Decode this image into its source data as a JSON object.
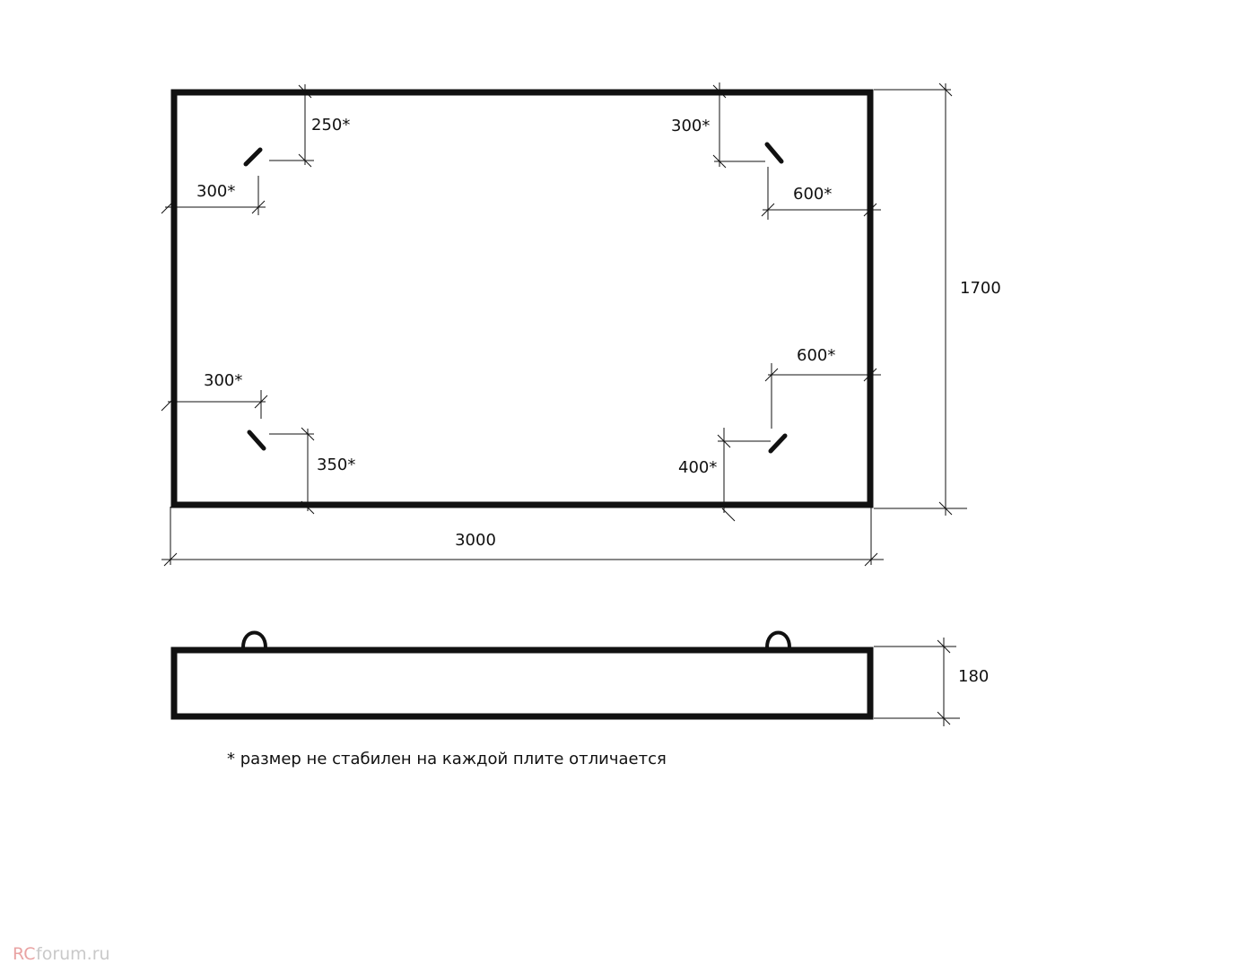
{
  "plan_view": {
    "width_label": "3000",
    "height_label": "1700",
    "loops": {
      "top_left": {
        "offset_top": "250*",
        "offset_side": "300*"
      },
      "top_right": {
        "offset_top": "300*",
        "offset_side": "600*"
      },
      "bottom_left": {
        "offset_side": "300*",
        "offset_bottom": "350*"
      },
      "bottom_right": {
        "offset_side": "600*",
        "offset_bottom": "400*"
      }
    }
  },
  "side_view": {
    "thickness_label": "180"
  },
  "note": "* размер не стабилен на каждой плите отличается",
  "watermark": {
    "prefix": "RC",
    "suffix": "forum.ru"
  },
  "colors": {
    "ink": "#111111",
    "watermark_prefix": "#e9a3a3",
    "watermark_suffix": "#c9c9c9"
  }
}
